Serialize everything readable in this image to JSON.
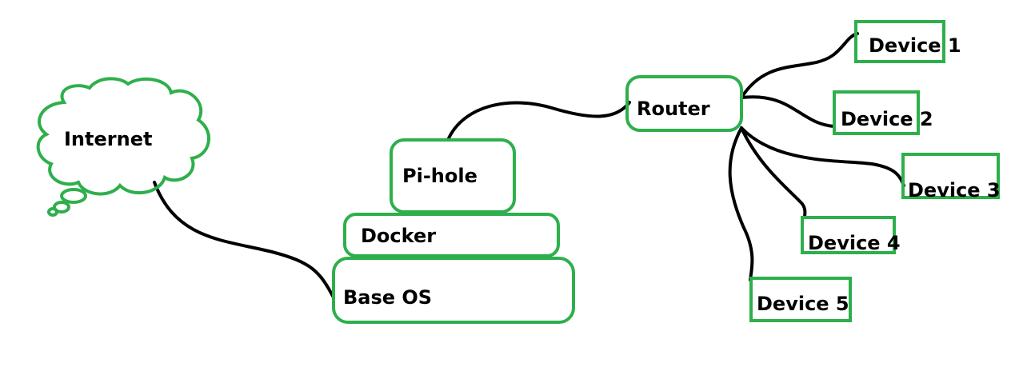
{
  "colors": {
    "node_stroke": "#2eaf4c",
    "link_stroke": "#000000",
    "background": "#ffffff"
  },
  "nodes": {
    "internet": "Internet",
    "pihole": "Pi-hole",
    "docker": "Docker",
    "base_os": "Base OS",
    "router": "Router",
    "devices": [
      "Device 1",
      "Device 2",
      "Device 3",
      "Device 4",
      "Device 5"
    ]
  }
}
